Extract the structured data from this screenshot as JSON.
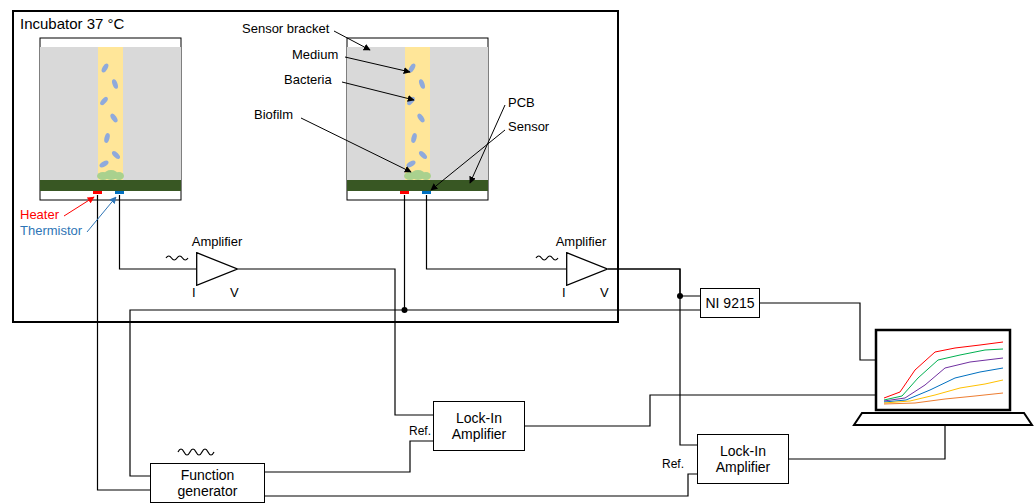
{
  "diagram": {
    "nodes": [
      {
        "text": [
          "Incubator 37 °C"
        ]
      },
      {
        "text": [
          "Amplifier",
          "I",
          "V"
        ],
        "in": 0
      },
      {
        "text": [
          "Amplifier",
          "I",
          "V"
        ],
        "in": 0
      },
      {
        "text": [
          "NI 9215"
        ]
      },
      {
        "text": [
          "Lock-In Amplifier"
        ]
      },
      {
        "text": [
          "Lock-In Amplifier"
        ]
      },
      {
        "text": [
          "Function generator"
        ]
      }
    ],
    "edges": [
      {
        "from": 1,
        "to": 4,
        "arrow": "none"
      },
      {
        "from": 2,
        "to": 3,
        "arrow": "none"
      },
      {
        "from": 2,
        "to": 5,
        "arrow": "none"
      },
      {
        "from": 6,
        "to": 4,
        "label": "Ref.",
        "arrow": "none"
      },
      {
        "from": 6,
        "to": 5,
        "label": "Ref.",
        "arrow": "none"
      },
      {
        "from": 6,
        "to": 3,
        "arrow": "none"
      }
    ],
    "labels": [
      "Sensor bracket",
      "Medium",
      "Bacteria",
      "Biofilm",
      "PCB",
      "Sensor",
      "Heater",
      "Thermistor"
    ]
  }
}
